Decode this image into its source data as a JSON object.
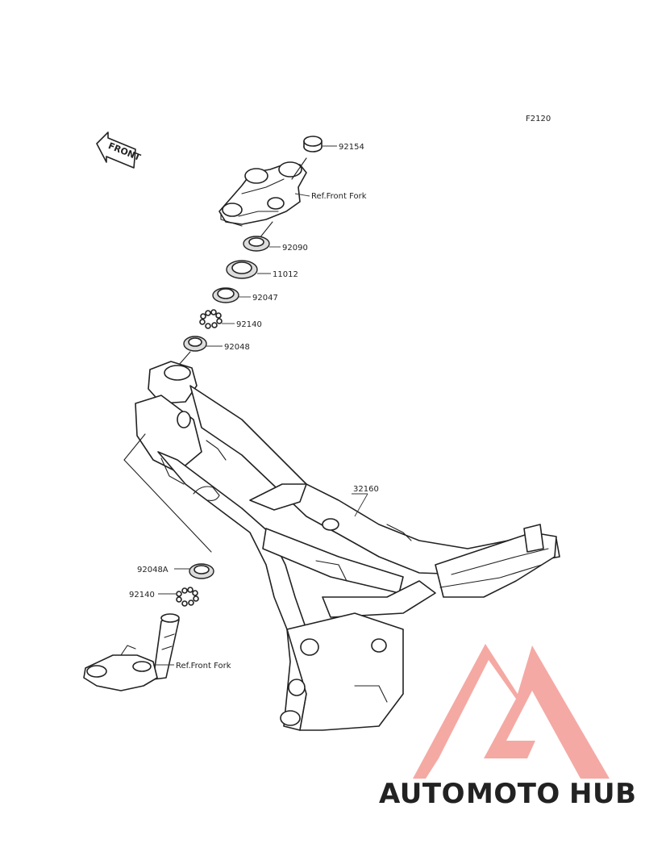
{
  "diagram": {
    "code": "F2120",
    "front_arrow_label": "FRONT",
    "labels": {
      "p92154": "92154",
      "ref_front_fork_upper": "Ref.Front Fork",
      "p92090": "92090",
      "p11012": "11012",
      "p92047": "92047",
      "p92140_upper": "92140",
      "p92048": "92048",
      "p32160": "32160",
      "p92048A": "92048A",
      "p92140_lower": "92140",
      "ref_front_fork_lower": "Ref.Front Fork"
    }
  },
  "watermark": {
    "part1": "AUTO",
    "part2": "MOTO",
    "part3": "HUB",
    "colors": {
      "auto": "#f7c58c",
      "moto": "#f2a39b",
      "hub": "#9a9a9a",
      "logo": "#f4a09a"
    }
  }
}
